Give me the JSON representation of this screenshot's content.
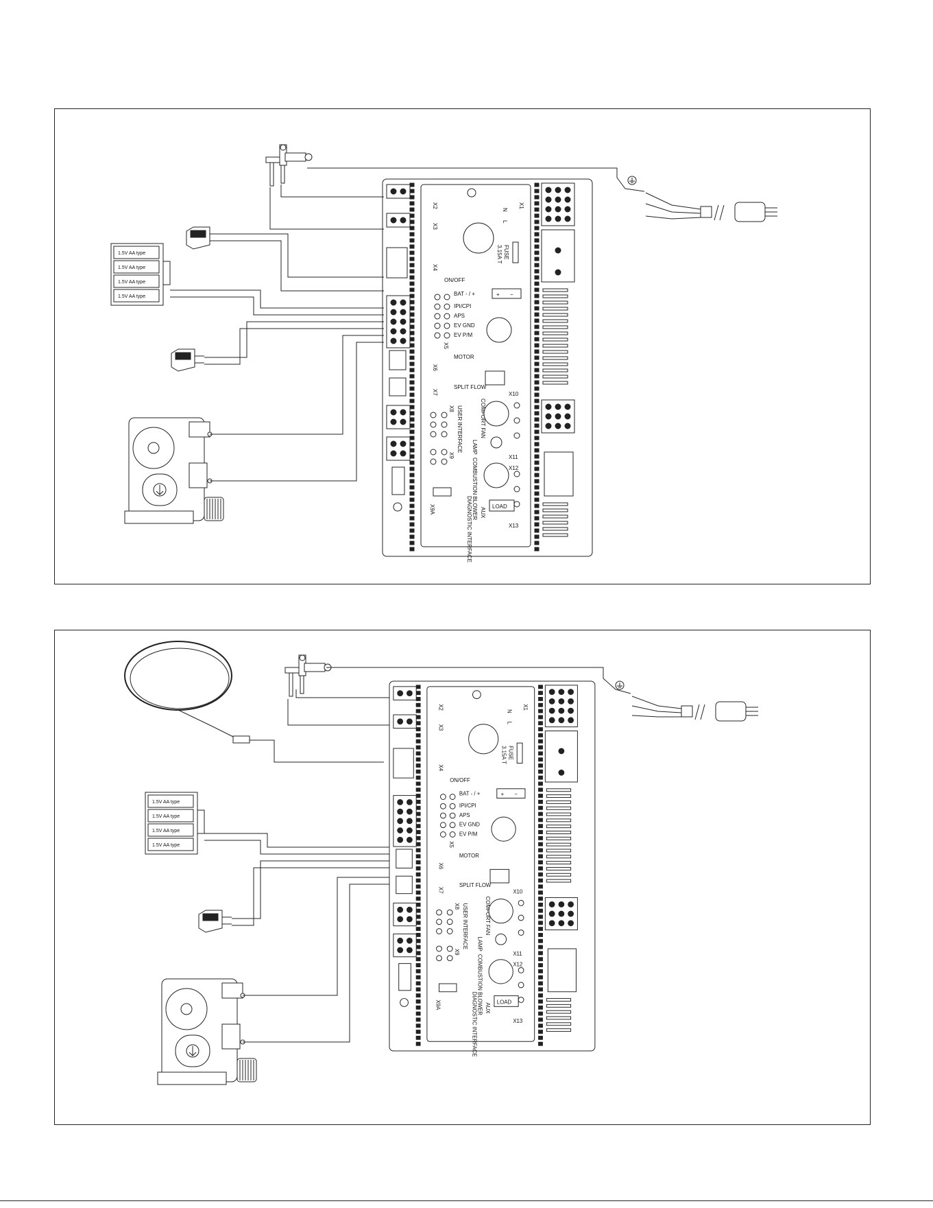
{
  "diagrams": [
    {
      "battery_label": "1.5V AA type",
      "battery_cells": 4,
      "connectors": {
        "x1": "X1",
        "x2": "X2",
        "x3": "X3",
        "x4": "X4",
        "x5": "X5",
        "x6": "X6",
        "x7": "X7",
        "x8": "X8",
        "x9": "X9",
        "x9a": "X9A",
        "x10": "X10",
        "x11": "X11",
        "x12": "X12",
        "x13": "X13"
      },
      "labels": {
        "n": "N",
        "l": "L",
        "fuse": "FUSE",
        "fuse_rating": "3.15A T",
        "on_off": "ON/OFF",
        "bat": "BAT - / +",
        "ipi_cpi": "IPI/CPI",
        "aps": "APS",
        "ev_gnd": "EV GND",
        "ev_pm": "EV P/M",
        "motor": "MOTOR",
        "split_flow": "SPLIT FLOW",
        "comfort_fan": "COMFORT FAN",
        "lamp": "LAMP",
        "user_interface": "USER INTERFACE",
        "combustion_blower": "COMBUSTION BLOWER",
        "diagnostic_interface": "DIAGNOSTIC INTERFACE",
        "aux": "AUX",
        "load": "LOAD",
        "plus": "+",
        "minus": "−"
      }
    },
    {
      "battery_label": "1.5V AA type",
      "battery_cells": 4,
      "connectors": {
        "x1": "X1",
        "x2": "X2",
        "x3": "X3",
        "x4": "X4",
        "x5": "X5",
        "x6": "X6",
        "x7": "X7",
        "x8": "X8",
        "x9": "X9",
        "x9a": "X9A",
        "x10": "X10",
        "x11": "X11",
        "x12": "X12",
        "x13": "X13"
      },
      "labels": {
        "n": "N",
        "l": "L",
        "fuse": "FUSE",
        "fuse_rating": "3.15A T",
        "on_off": "ON/OFF",
        "bat": "BAT - / +",
        "ipi_cpi": "IPI/CPI",
        "aps": "APS",
        "ev_gnd": "EV GND",
        "ev_pm": "EV P/M",
        "motor": "MOTOR",
        "split_flow": "SPLIT FLOW",
        "comfort_fan": "COMFORT FAN",
        "lamp": "LAMP",
        "user_interface": "USER INTERFACE",
        "combustion_blower": "COMBUSTION BLOWER",
        "diagnostic_interface": "DIAGNOSTIC INTERFACE",
        "aux": "AUX",
        "load": "LOAD",
        "plus": "+",
        "minus": "−"
      }
    }
  ]
}
